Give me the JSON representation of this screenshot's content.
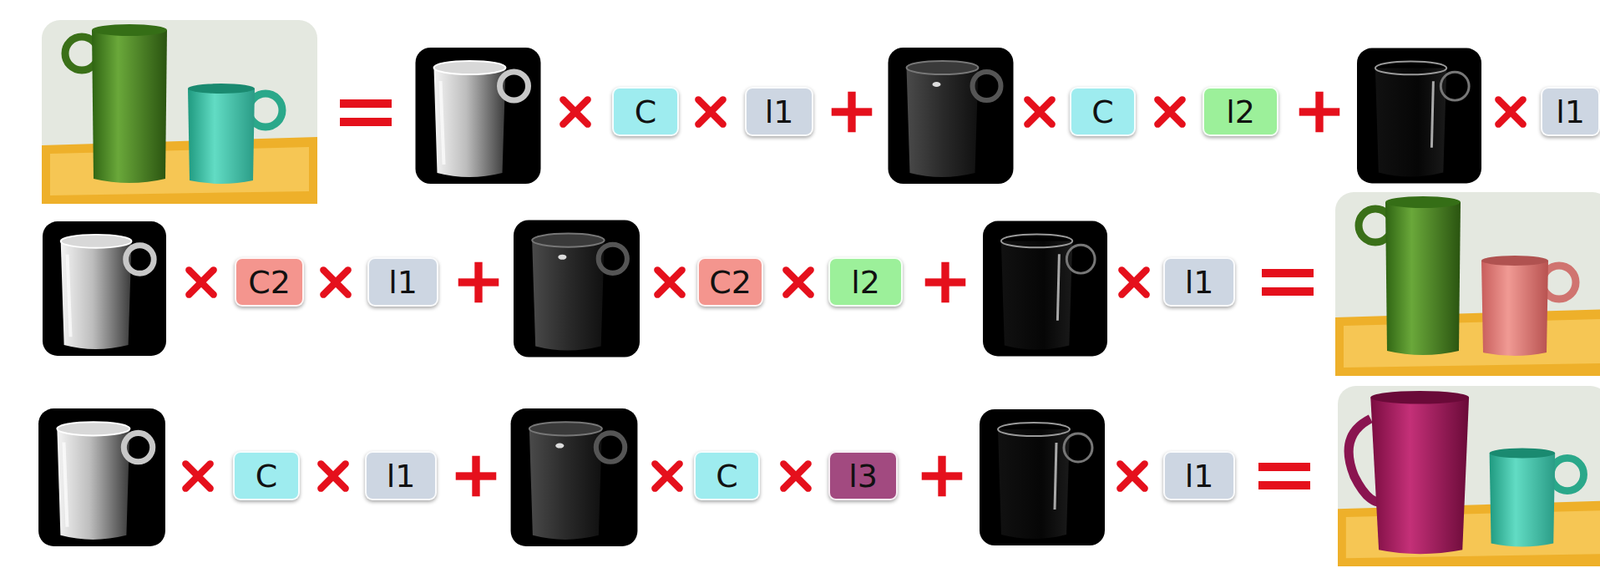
{
  "diagram": {
    "nodes": [
      {
        "text": [
          "C"
        ]
      },
      {
        "text": [
          "l1"
        ]
      },
      {
        "text": [
          "C"
        ]
      },
      {
        "text": [
          "l2"
        ]
      },
      {
        "text": [
          "l1"
        ]
      },
      {
        "text": [
          "C2"
        ]
      },
      {
        "text": [
          "l1"
        ]
      },
      {
        "text": [
          "C2"
        ]
      },
      {
        "text": [
          "l2"
        ]
      },
      {
        "text": [
          "l1"
        ]
      },
      {
        "text": [
          "C"
        ]
      },
      {
        "text": [
          "l1"
        ]
      },
      {
        "text": [
          "C"
        ]
      },
      {
        "text": [
          "l3"
        ]
      },
      {
        "text": [
          "l1"
        ]
      }
    ]
  }
}
